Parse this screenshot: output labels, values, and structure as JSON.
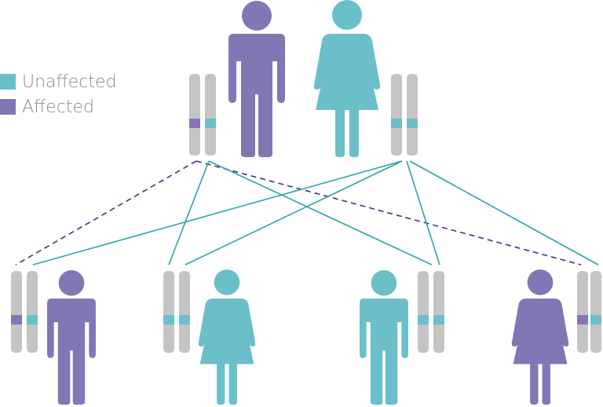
{
  "colors": {
    "unaffected": "#6bbfc9",
    "affected": "#8276b5",
    "chromosome": "#c4c4c4",
    "affected_line": "#3d3480",
    "unaffected_line": "#2fa3a8"
  },
  "legend": {
    "items": [
      {
        "label": "Unaffected",
        "status": "unaffected"
      },
      {
        "label": "Affected",
        "status": "affected"
      }
    ]
  },
  "parents": [
    {
      "sex": "male",
      "status": "affected",
      "alleles": [
        "affected",
        "unaffected"
      ]
    },
    {
      "sex": "female",
      "status": "unaffected",
      "alleles": [
        "unaffected",
        "unaffected"
      ]
    }
  ],
  "children": [
    {
      "sex": "male",
      "status": "affected",
      "alleles": [
        "affected",
        "unaffected"
      ]
    },
    {
      "sex": "female",
      "status": "unaffected",
      "alleles": [
        "unaffected",
        "unaffected"
      ]
    },
    {
      "sex": "male",
      "status": "unaffected",
      "alleles": [
        "unaffected",
        "unaffected"
      ]
    },
    {
      "sex": "female",
      "status": "affected",
      "alleles": [
        "affected",
        "unaffected"
      ]
    }
  ]
}
